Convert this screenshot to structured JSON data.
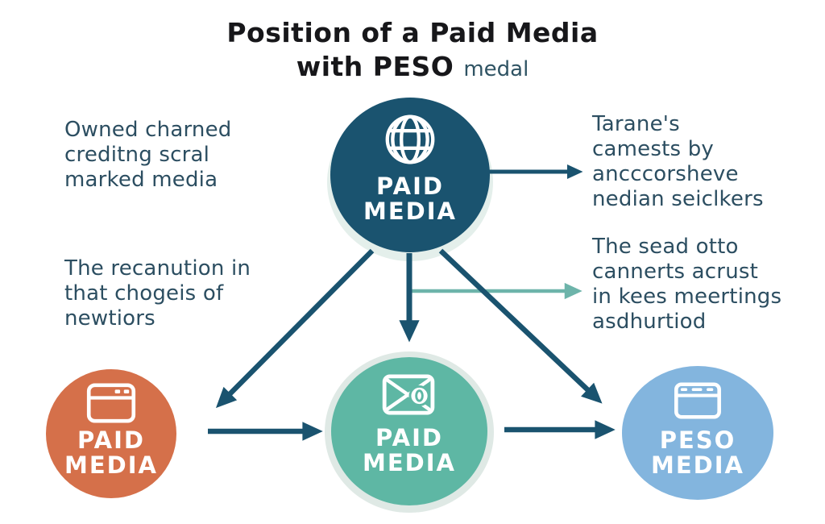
{
  "title": {
    "line1": "Position of a Paid Media",
    "line2_bold": "with PESO",
    "line2_light": "medal"
  },
  "annotations": {
    "top_left": {
      "lines": [
        "Owned charned",
        "creditng scral",
        "marked media"
      ]
    },
    "mid_left": {
      "lines": [
        "The recanution in",
        "that chogeis of",
        "newtiors"
      ]
    },
    "top_right": {
      "lines": [
        "Tarane's",
        "camests by",
        "ancccorsheve",
        "nedian seiclkers"
      ]
    },
    "mid_right": {
      "lines": [
        "The sead otto",
        "cannerts acrust",
        "in kees meertings",
        "asdhurtiod"
      ]
    }
  },
  "nodes": {
    "top": {
      "label_line1": "PAID",
      "label_line2": "MEDIA",
      "icon": "globe-icon",
      "color": "#1a536f"
    },
    "bottom_left": {
      "label_line1": "PAID",
      "label_line2": "MEDIA",
      "icon": "browser-icon",
      "color": "#d5704a"
    },
    "bottom_center": {
      "label_line1": "PAID",
      "label_line2": "MEDIA",
      "icon": "envelope-coin-icon",
      "color": "#5eb7a4"
    },
    "bottom_right": {
      "label_line1": "PESO",
      "label_line2": "MEDIA",
      "icon": "browser-tabs-icon",
      "color": "#83b5de"
    }
  },
  "palette": {
    "navy_arrow": "#1a536f",
    "teal_arrow": "#6db4aa",
    "halo": "#e4efeb",
    "ring": "#dfe9e5",
    "body_text": "#2c4e61",
    "title_text": "#17171a",
    "medal_text": "#2f5363"
  }
}
